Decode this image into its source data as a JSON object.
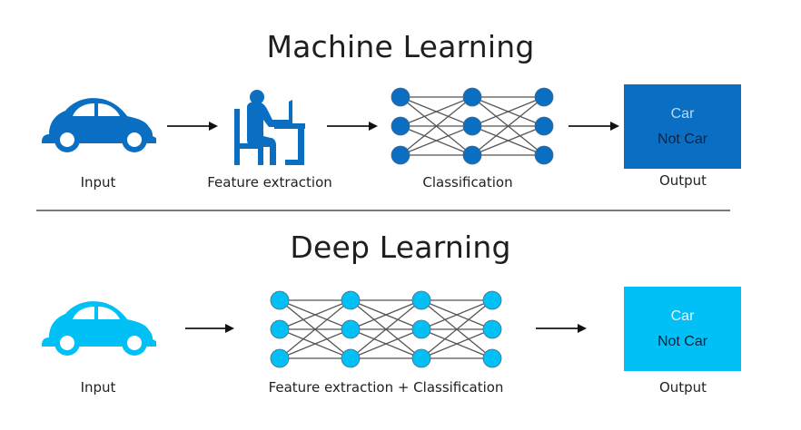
{
  "colors": {
    "ml_blue": "#0a6fc2",
    "dl_blue": "#00c0f5",
    "ml_car_text": "#b8d8f5",
    "dl_car_text": "#d8f4ff",
    "edge": "#555555"
  },
  "machine_learning": {
    "title": "Machine Learning",
    "steps": [
      {
        "label": "Input",
        "icon": "car-icon"
      },
      {
        "label": "Feature extraction",
        "icon": "person-at-laptop-icon"
      },
      {
        "label": "Classification",
        "icon": "neural-network-icon",
        "layers": [
          3,
          3,
          3
        ]
      },
      {
        "label": "Output",
        "icon": "output-box"
      }
    ],
    "output": {
      "line1": "Car",
      "line2": "Not Car"
    }
  },
  "deep_learning": {
    "title": "Deep Learning",
    "steps": [
      {
        "label": "Input",
        "icon": "car-icon"
      },
      {
        "label": "Feature extraction + Classification",
        "icon": "neural-network-icon",
        "layers": [
          3,
          3,
          3,
          3
        ]
      },
      {
        "label": "Output",
        "icon": "output-box"
      }
    ],
    "output": {
      "line1": "Car",
      "line2": "Not Car"
    }
  }
}
